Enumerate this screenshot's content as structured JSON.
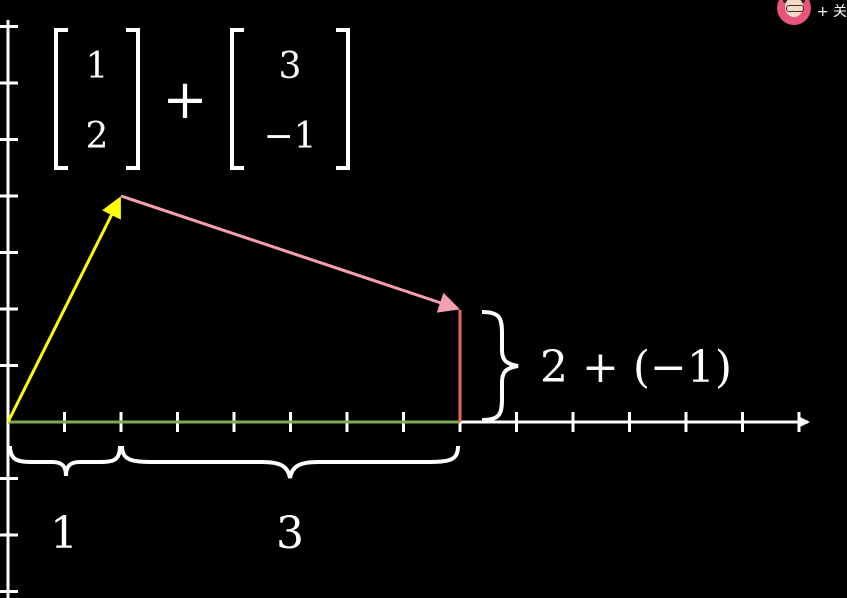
{
  "equation": {
    "vector_a": {
      "top": "1",
      "bottom": "2"
    },
    "plus": "+",
    "vector_b": {
      "top": "3",
      "bottom": "−1"
    }
  },
  "labels": {
    "brace_1": "1",
    "brace_3": "3",
    "vertical_sum": "2 + (−1)"
  },
  "colors": {
    "background": "#000000",
    "axis": "#ffffff",
    "vector_a": "#ffff00",
    "vector_b": "#f4a0b0",
    "x_component": "#7fa85a",
    "y_component": "#e86a5a"
  },
  "overlay": {
    "avatar_icon": "avatar-icon",
    "follow_label": "+ 关"
  }
}
